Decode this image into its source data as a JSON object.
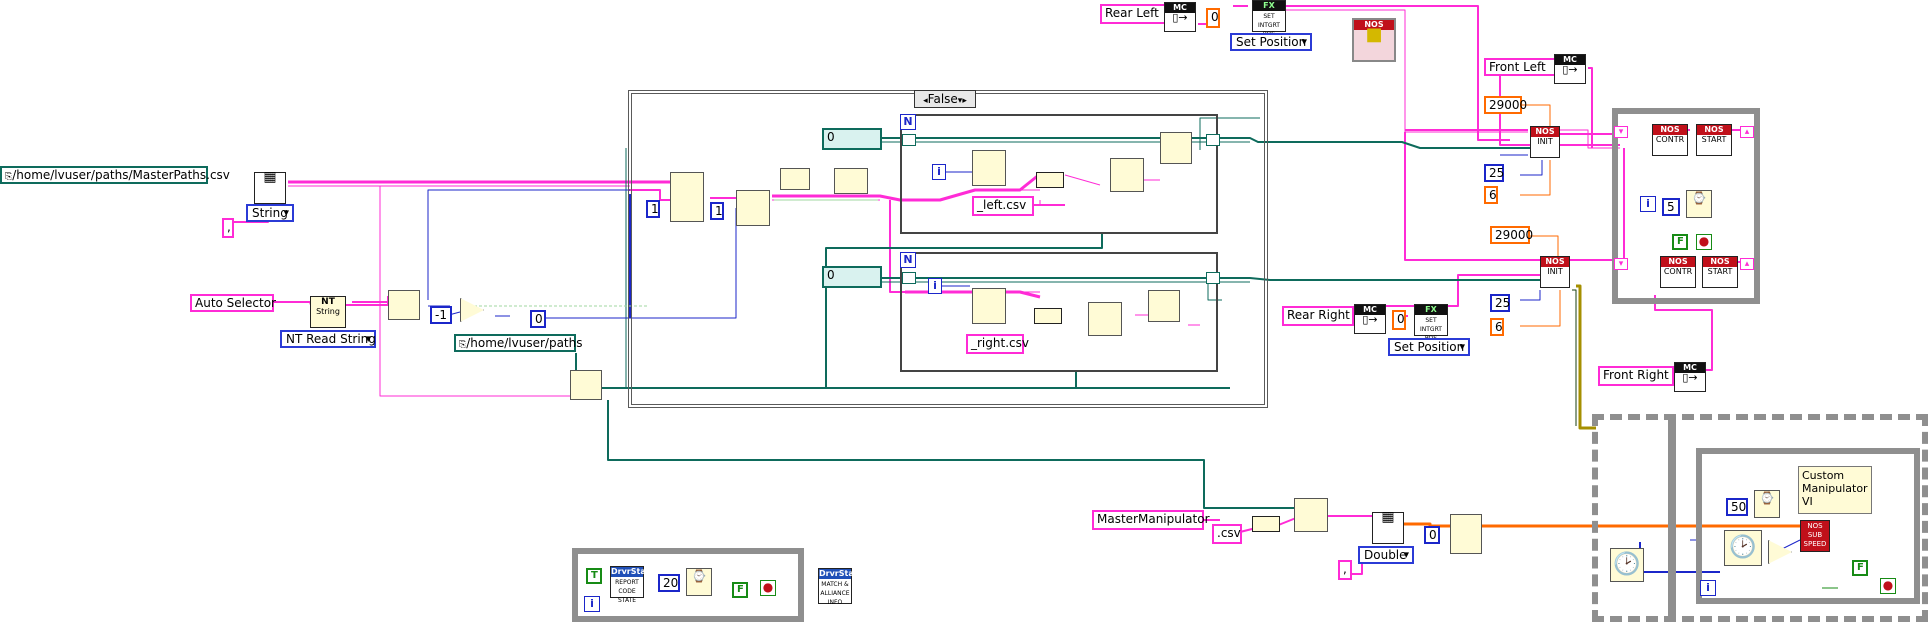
{
  "constants": {
    "master_paths": "/home/lvuser/paths/MasterPaths.csv",
    "comma": ",",
    "auto_selector": "Auto Selector",
    "neg_one": "-1",
    "zero_mid": "0",
    "home_paths": "/home/lvuser/paths",
    "left_csv": "_left.csv",
    "right_csv": "_right.csv",
    "index_one": "1",
    "index_one_b": "1",
    "zero_left": "0",
    "zero_right": "0",
    "n_label": "N",
    "i_label": "i",
    "rear_left": "Rear Left",
    "zero_rl": "0",
    "front_left": "Front Left",
    "val_29000_a": "29000",
    "val_6_a": "6",
    "val_25_a": "25",
    "val_29000_b": "29000",
    "val_25_b": "25",
    "val_6_b": "6",
    "rear_right": "Rear Right",
    "zero_rr": "0",
    "front_right": "Front Right",
    "five": "5",
    "false_f": "F",
    "master_manipulator": "MasterManipulator",
    "csv_ext": ".csv",
    "comma_b": ",",
    "zero_dbl": "0",
    "fifty": "50",
    "twenty": "20",
    "true_t": "T",
    "false_bot": "F",
    "false_right": "F"
  },
  "rings": {
    "string_type": "String",
    "nt_read": "NT Read String",
    "set_position_1": "Set Position",
    "set_position_2": "Set Position",
    "double_type": "Double"
  },
  "case_structure": {
    "selector": "False"
  },
  "vis": {
    "nos_red": "NOS",
    "mc": "MC",
    "fx": "FX",
    "set_intgrt": "SET INTGRT POS",
    "init": "INIT",
    "contr": "CONTR",
    "start": "START",
    "driverstation": "DrvrSta",
    "report_code": "REPORT CODE STATE",
    "match_info": "MATCH & ALLIANCE INFO",
    "nt_label": "NT",
    "nt_sub": "String",
    "custom_manipulator": "Custom Manipulator VI",
    "sub_speed": "NOS SUB SPEED"
  },
  "colors": {
    "string_wire": "#ff2bd6",
    "path_wire": "#0e6b5c",
    "numeric_wire": "#1b26c9",
    "orange_wire": "#ff6a00",
    "error_wire": "#a58f00",
    "nos_red": "#c0101a"
  }
}
